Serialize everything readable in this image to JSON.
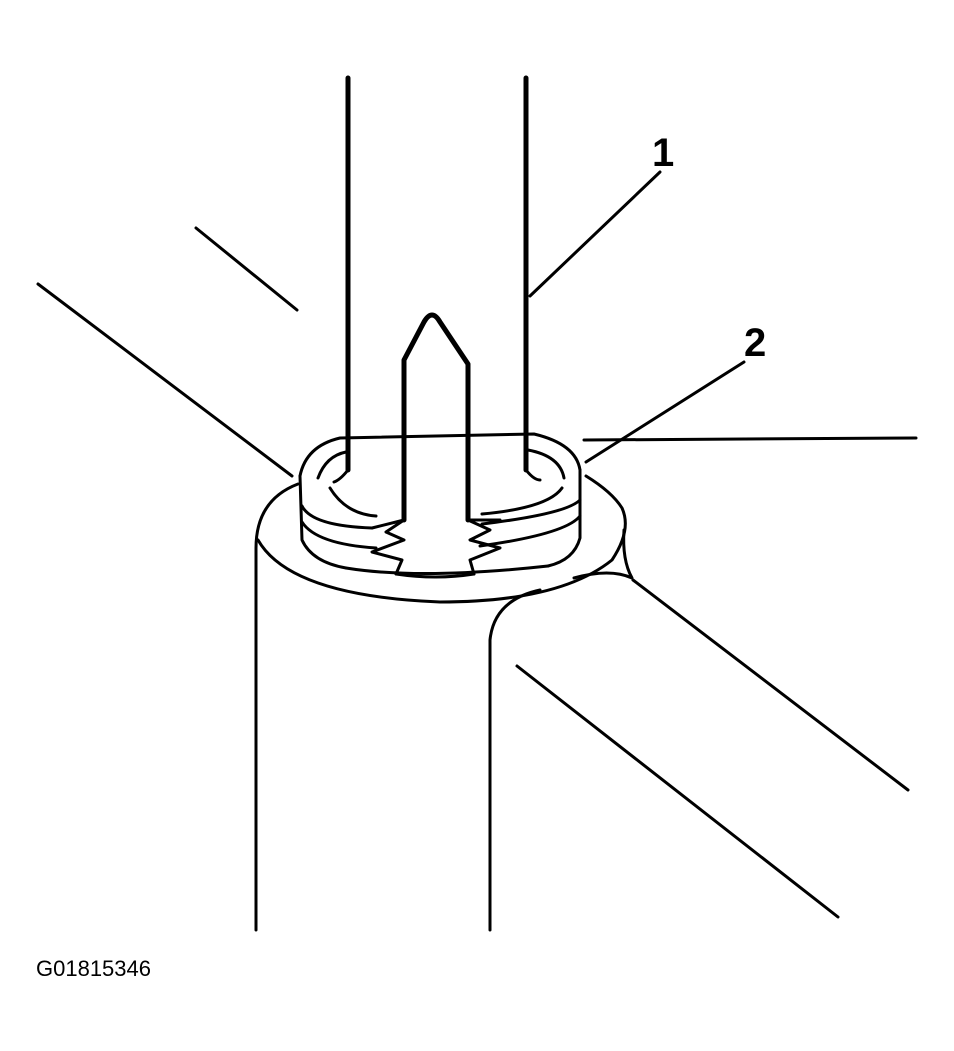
{
  "callouts": [
    {
      "number": "1"
    },
    {
      "number": "2"
    }
  ],
  "figure_id": "G01815346",
  "colors": {
    "line": "#000000",
    "background": "#ffffff"
  }
}
